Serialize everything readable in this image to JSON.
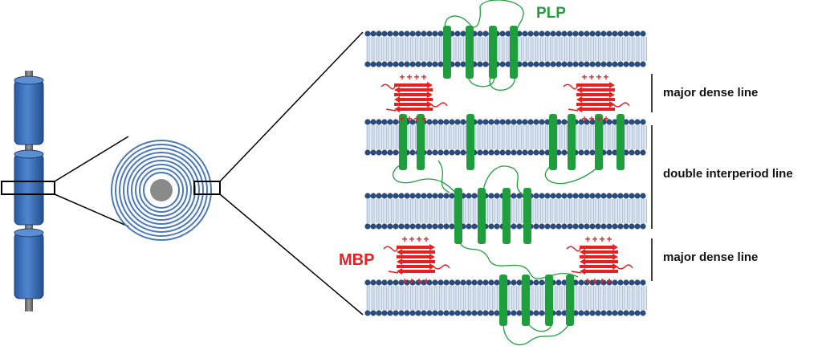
{
  "labels": {
    "plp": "PLP",
    "mbp": "MBP",
    "major_dense_line_top": "major dense line",
    "double_interperiod_line": "double interperiod line",
    "major_dense_line_bottom": "major dense line"
  },
  "colors": {
    "membrane_head": "#2b4c7e",
    "membrane_tail": "#bcd0e6",
    "plp_green": "#1f9e3e",
    "mbp_red": "#e62020",
    "axon_blue": "#3a6db5",
    "axon_core": "#7f7f7f",
    "sheath_ring": "#4a78b8"
  }
}
